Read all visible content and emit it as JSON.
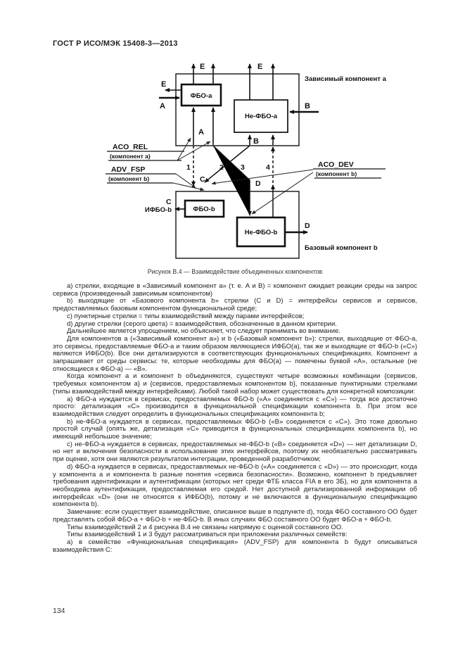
{
  "header": {
    "title": "ГОСТ Р ИСО/МЭК 15408-3—2013"
  },
  "figure": {
    "caption": "Рисунок В.4 — Взаимодействие объединенных компонентов",
    "dependent_component_label": "Зависимый компонент а",
    "base_component_label": "Базовый компонент b",
    "boxes": {
      "tsf_a": "ФБО-а",
      "non_tsf_a": "Не-ФБО-а",
      "tsf_b": "ФБО-b",
      "non_tsf_b": "Не-ФБО-b"
    },
    "labels": {
      "e_top_left": "Е",
      "e_top_right": "Е",
      "e_side": "Е",
      "a_side": "А",
      "b_side": "В",
      "a_inner": "А",
      "b_inner": "В",
      "c_junction": "С",
      "d_junction": "D",
      "c_iface": "С",
      "d_out": "D",
      "n1": "1",
      "n2": "2",
      "n3": "3",
      "n4": "4",
      "itsf_b": "ИФБО-b"
    },
    "callouts": {
      "aco_rel": "ACO_REL",
      "aco_rel_sub": "(компонент а)",
      "adv_fsp": "ADV_FSP",
      "adv_fsp_sub": "(компонент b)",
      "aco_dev": "ACO_DEV",
      "aco_dev_sub": "(компонент b)"
    }
  },
  "body": {
    "paragraphs": [
      "а) стрелки, входящие в «Зависимый компонент а» (т. е. А и В) = компонент ожидает реакции среды на запрос сервиса (произведенный зависимым компонентом)",
      "b) выходящие от «Базового компонента b» стрелки (С и D) = интерфейсы сервисов и сервисов, предоставляемых базовым компонентом функциональной среде;",
      "c) пунктирные стрелки = типы взаимодействий между парами интерфейсов;",
      "d) другие стрелки (серого цвета) = взаимодействия, обозначенные в данном критерии.",
      "Дальнейшее является упрощением, но объясняет, что следует принимать во внимание.",
      "Для компонентов а («Зависимый компонент а») и b («Базовый компонент b»): стрелки, выходящие от ФБО-а, это сервисы, предоставляемые ФБО-а и таким образом являющиеся ИФБО(а), так же и выходящие от ФБО-b («С») являются ИФБО(b). Все они детализируются в соответствующих функциональных спецификациях. Компонент а запрашивает от среды сервисы: те, которые необходимы для ФБО(а) — помечены буквой «А», остальные (не относящиеся к ФБО-а) — «В».",
      "Когда компонент а и компонент b объединяются, существуют четыре возможных комбинации {сервисов, требуемых компонентом а} и {сервисов, предоставляемых компонентом b}, показанные пунктирными стрелками (типы взаимодействий между интерфейсами). Любой такой набор может существовать для конкретной композиции:",
      "а) ФБО-а нуждается в сервисах, предоставляемых ФБО-b («А» соединяется с «С») — тогда все достаточно просто: детализация «С» производится в функциональной спецификации компонента b. При этом все взаимодействия следует определить в функциональных спецификациях компонента b;",
      "b) не-ФБО-а нуждается в сервисах, предоставляемых ФБО-b («В» соединяется с «С»). Это тоже довольно простой случай (опять же, детализация «С» приводится в функциональных спецификациях компонента b), но имеющий небольшое значение;",
      "с) не-ФБО-а нуждается в сервисах, предоставляемых не-ФБО-b («В» соединяется «D») — нет детализации D, но нет и включения безопасности в использование этих интерфейсов, поэтому их необязательно рассматривать при оценке, хотя они являются результатом интеграции, проведенной разработчиком;",
      "d) ФБО-а нуждается в сервисах, предоставляемых не-ФБО-b («А» соединяется с «D») — это происходит, когда у компонента а и компонента b разные понятия «сервиса безопасности». Возможно, компонент b предъявляет требования идентификации и аутентификации (которых нет среди ФТБ класса FIA в его ЗБ), но для компонента а необходима аутентификация, предоставляемая его средой. Нет доступной детализированной информации об интерфейсах «D» (они не относятся к ИФБО(b), потому и не включаются в функциональную спецификацию компонента b).",
      "Замечание: если существует взаимодействие, описанное выше в подпункте d), тогда ФБО составного ОО будет представлять собой ФБО-а + ФБО-b + не-ФБО-b. В иных случаях ФБО составного ОО будет ФБО-а + ФБО-b.",
      "Типы взаимодействий 2 и 4 рисунка В.4 не связаны напрямую с оценкой составного ОО.",
      "Типы взаимодействий 1 и 3 будут рассматриваться при приложении различных семейств:",
      "а) в семействе «Функциональная спецификация» (ADV_FSP) для компонента b будут описываться взаимодействия С:"
    ]
  },
  "footer": {
    "page_number": "134"
  }
}
